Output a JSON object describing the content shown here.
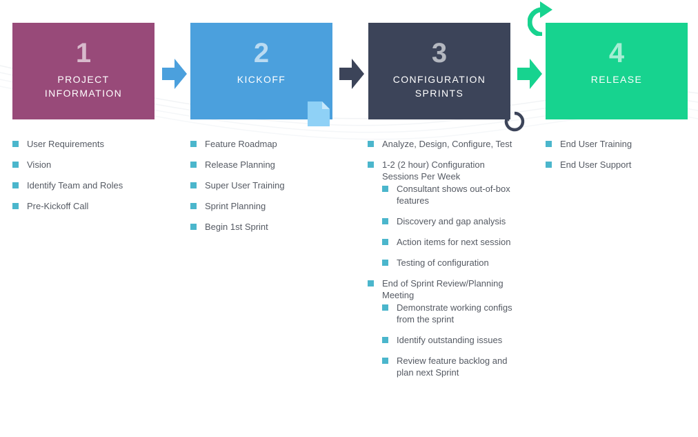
{
  "steps": [
    {
      "number": "1",
      "title": "PROJECT INFORMATION",
      "color": "#984a79"
    },
    {
      "number": "2",
      "title": "KICKOFF",
      "color": "#4ba0dd"
    },
    {
      "number": "3",
      "title": "CONFIGURATION SPRINTS",
      "color": "#3c4459"
    },
    {
      "number": "4",
      "title": "RELEASE",
      "color": "#17d38f"
    }
  ],
  "arrows": [
    {
      "color": "#4ba0dd",
      "icon": "right-arrow-icon"
    },
    {
      "color": "#3c4459",
      "icon": "right-arrow-icon"
    },
    {
      "color": "#17d38f",
      "icon": "right-arrow-icon"
    }
  ],
  "icons": {
    "document": {
      "name": "document-icon",
      "color": "#8fd1f6"
    },
    "cycle_dark": {
      "name": "cycle-arrow-icon",
      "color": "#3c4459"
    },
    "cycle_green": {
      "name": "cycle-arrow-icon",
      "color": "#17d38f"
    }
  },
  "bullet_color": "#4bb6cc",
  "columns": [
    {
      "items": [
        {
          "text": "User Requirements"
        },
        {
          "text": "Vision"
        },
        {
          "text": "Identify Team and Roles"
        },
        {
          "text": "Pre-Kickoff Call"
        }
      ]
    },
    {
      "items": [
        {
          "text": "Feature Roadmap"
        },
        {
          "text": "Release Planning"
        },
        {
          "text": "Super User Training"
        },
        {
          "text": "Sprint Planning"
        },
        {
          "text": "Begin 1st Sprint"
        }
      ]
    },
    {
      "items": [
        {
          "text": "Analyze, Design, Configure, Test"
        },
        {
          "text": "1-2 (2 hour) Configuration Sessions Per Week",
          "subitems": [
            "Consultant shows out-of-box features",
            "Discovery and gap analysis",
            "Action items for next session",
            "Testing of configuration"
          ]
        },
        {
          "text": "End of Sprint Review/Planning Meeting",
          "subitems": [
            "Demonstrate working configs from the sprint",
            "Identify outstanding issues",
            "Review feature backlog and plan next Sprint"
          ]
        }
      ]
    },
    {
      "items": [
        {
          "text": "End User Training"
        },
        {
          "text": "End User Support"
        }
      ]
    }
  ]
}
